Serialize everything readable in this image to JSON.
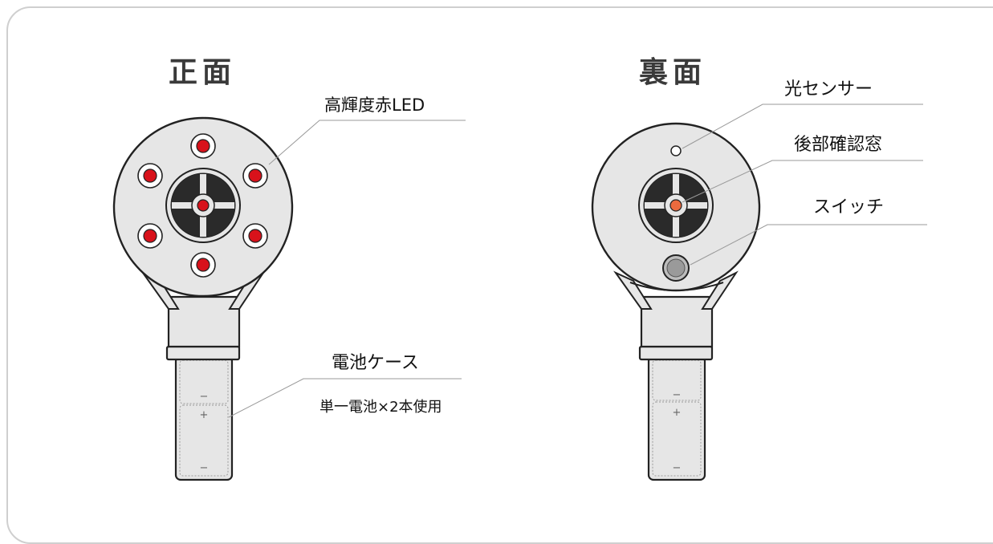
{
  "front": {
    "title": "正面",
    "labels": {
      "led": "高輝度赤LED",
      "battery_case": "電池ケース",
      "battery_note": "単一電池×2本使用"
    },
    "battery_marks": {
      "minus_top": "−",
      "plus": "+",
      "minus_bottom": "−"
    }
  },
  "back": {
    "title": "裏面",
    "labels": {
      "light_sensor": "光センサー",
      "rear_window": "後部確認窓",
      "switch": "スイッチ"
    },
    "battery_marks": {
      "minus_top": "−",
      "plus": "+",
      "minus_bottom": "−"
    }
  },
  "colors": {
    "led_red": "#d8121b",
    "rear_window_orange": "#ec6a3e",
    "body_gray": "#e6e6e6",
    "stroke": "#222222",
    "leader_line": "#9a9a9a"
  }
}
